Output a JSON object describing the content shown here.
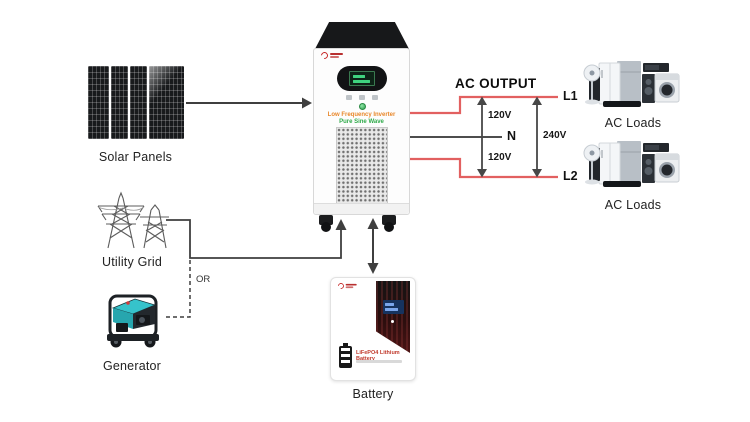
{
  "solar": {
    "label": "Solar Panels",
    "icon": "solar-panel-icon"
  },
  "utility": {
    "label": "Utility Grid",
    "icon": "utility-grid-icon"
  },
  "generator": {
    "label": "Generator",
    "icon": "generator-icon"
  },
  "or_label": "OR",
  "inverter": {
    "tagline1": "Low Frequency Inverter",
    "tagline2": "Pure Sine Wave",
    "icon": "inverter-icon"
  },
  "battery": {
    "label": "Battery",
    "product": "LiFePO4 Lithium Battery",
    "icon": "battery-icon"
  },
  "output": {
    "title": "AC OUTPUT",
    "l1": "L1",
    "n": "N",
    "l2": "L2",
    "v120_top": "120V",
    "v120_bottom": "120V",
    "v240": "240V"
  },
  "loads": {
    "top_label": "AC Loads",
    "bottom_label": "AC Loads",
    "icon": "appliances-icon"
  },
  "colors": {
    "wire_red": "#e26060",
    "line_dark": "#3f3f3f",
    "brand_red": "#c62828",
    "tagline_orange": "#e8872a",
    "tagline_green": "#2faa4a",
    "battery_text_red": "#c0392b",
    "generator_teal": "#36c3cb"
  }
}
